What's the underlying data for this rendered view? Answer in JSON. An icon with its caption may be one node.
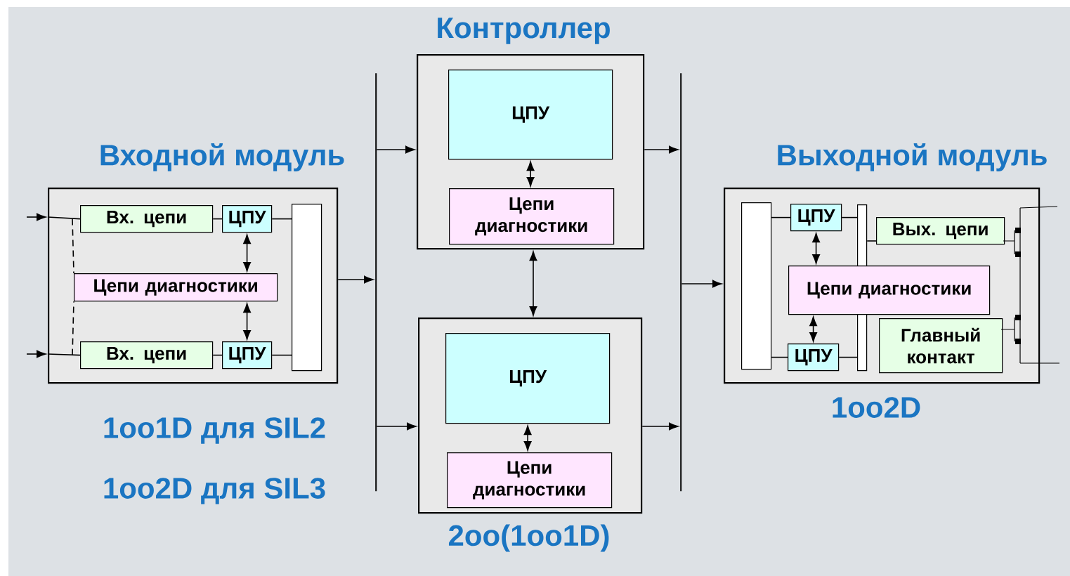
{
  "diagram": {
    "nodes": [
      {
        "text": [
          "Входной модуль"
        ],
        "beside": [
          "1oo1D для SIL2",
          "1oo2D для SIL3"
        ]
      },
      {
        "text": [
          "Вх. цепи"
        ],
        "in": 0
      },
      {
        "text": [
          "ЦПУ"
        ],
        "in": 0
      },
      {
        "text": [
          "Цепи диагностики"
        ],
        "in": 0
      },
      {
        "text": [
          "Вх. цепи"
        ],
        "in": 0
      },
      {
        "text": [
          "ЦПУ"
        ],
        "in": 0
      },
      {
        "text": [],
        "shape": "bar",
        "in": 0
      },
      {
        "text": [],
        "shape": "bar"
      },
      {
        "text": [
          "Контроллер"
        ]
      },
      {
        "text": [
          "ЦПУ"
        ],
        "in": 8
      },
      {
        "text": [
          "Цепи диагностики"
        ],
        "in": 8
      },
      {
        "text": [],
        "beside": [
          "2oo(1oo1D)"
        ],
        "shape": "box"
      },
      {
        "text": [
          "ЦПУ"
        ],
        "in": 11
      },
      {
        "text": [
          "Цепи диагностики"
        ],
        "in": 11
      },
      {
        "text": [],
        "shape": "bar"
      },
      {
        "text": [
          "Выходной модуль"
        ],
        "beside": [
          "1oo2D"
        ]
      },
      {
        "text": [],
        "shape": "bar",
        "in": 15
      },
      {
        "text": [
          "ЦПУ"
        ],
        "in": 15
      },
      {
        "text": [],
        "shape": "bar",
        "in": 15
      },
      {
        "text": [
          "Вых. цепи"
        ],
        "in": 15
      },
      {
        "text": [
          "Цепи диагностики"
        ],
        "in": 15
      },
      {
        "text": [
          "Главный контакт"
        ],
        "in": 15
      },
      {
        "text": [
          "ЦПУ"
        ],
        "in": 15
      }
    ],
    "edges": [
      {
        "from": null,
        "to": 0,
        "arrow": "to"
      },
      {
        "from": 0,
        "to": 1,
        "arrow": "none"
      },
      {
        "from": null,
        "to": 0,
        "arrow": "to"
      },
      {
        "from": 0,
        "to": 4,
        "arrow": "none"
      },
      {
        "from": 1,
        "to": 3,
        "arrow": "none",
        "style": "dashed"
      },
      {
        "from": 4,
        "to": 3,
        "arrow": "none",
        "style": "dashed"
      },
      {
        "from": 1,
        "to": 2,
        "arrow": "none"
      },
      {
        "from": 2,
        "to": 6,
        "arrow": "none"
      },
      {
        "from": 4,
        "to": 5,
        "arrow": "none"
      },
      {
        "from": 5,
        "to": 6,
        "arrow": "none"
      },
      {
        "from": 2,
        "to": 3,
        "arrow": "both"
      },
      {
        "from": 3,
        "to": 5,
        "arrow": "both"
      },
      {
        "from": 0,
        "to": 7,
        "arrow": "to"
      },
      {
        "from": 7,
        "to": 8,
        "arrow": "to"
      },
      {
        "from": 7,
        "to": 11,
        "arrow": "to"
      },
      {
        "from": 9,
        "to": 10,
        "arrow": "both"
      },
      {
        "from": 8,
        "to": 11,
        "arrow": "both"
      },
      {
        "from": 12,
        "to": 13,
        "arrow": "both"
      },
      {
        "from": 8,
        "to": 14,
        "arrow": "to"
      },
      {
        "from": 11,
        "to": 14,
        "arrow": "to"
      },
      {
        "from": 14,
        "to": 15,
        "arrow": "to"
      },
      {
        "from": 16,
        "to": 17,
        "arrow": "none"
      },
      {
        "from": 17,
        "to": 18,
        "arrow": "none"
      },
      {
        "from": 16,
        "to": 22,
        "arrow": "none"
      },
      {
        "from": 22,
        "to": 18,
        "arrow": "none"
      },
      {
        "from": 18,
        "to": 19,
        "arrow": "none"
      },
      {
        "from": 17,
        "to": 20,
        "arrow": "both"
      },
      {
        "from": 20,
        "to": 22,
        "arrow": "both"
      }
    ]
  }
}
